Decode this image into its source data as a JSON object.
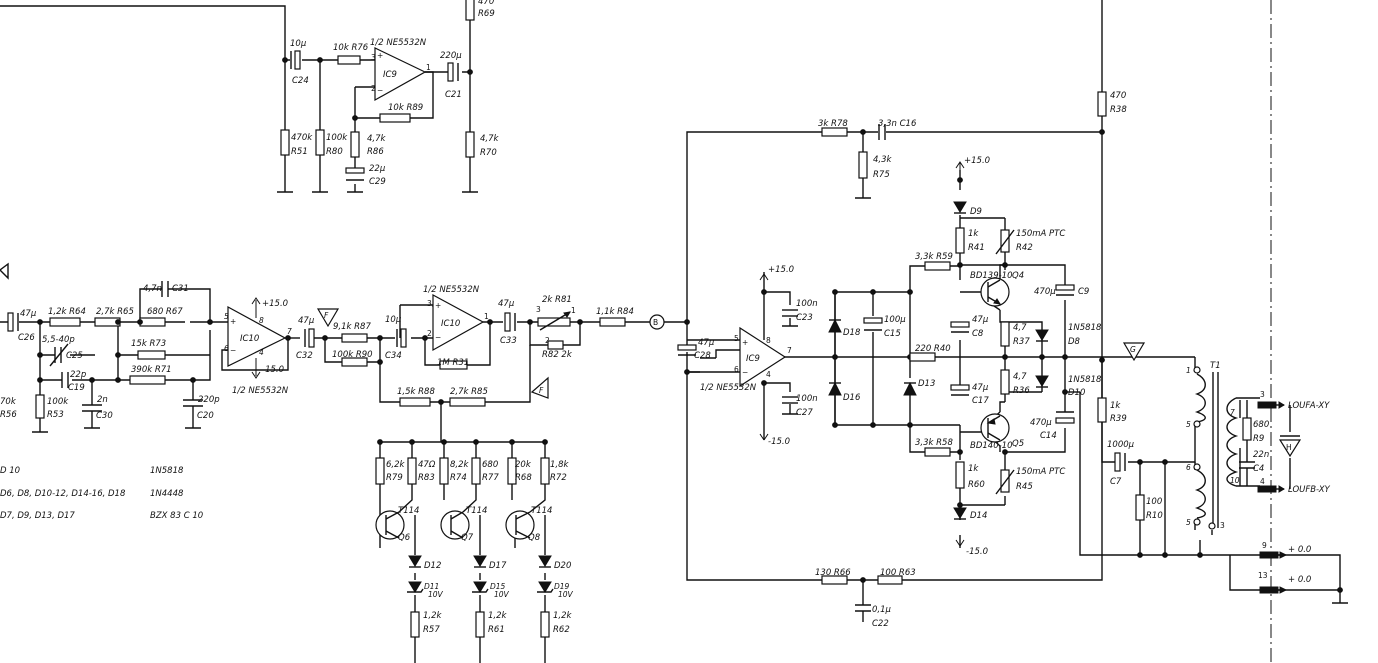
{
  "labels": {
    "r69": "R69",
    "r69v": "470",
    "c24v": "10μ",
    "c24": "C24",
    "r76": "10k R76",
    "ic9a_name": "1/2 NE5532N",
    "ic9a": "IC9",
    "c21v": "220μ",
    "c21": "C21",
    "r89": "10k R89",
    "r51v": "470k",
    "r51": "R51",
    "r80v": "100k",
    "r80": "R80",
    "r86v": "4,7k",
    "r86": "R86",
    "c29v": "22μ",
    "c29": "C29",
    "r70v": "4,7k",
    "r70": "R70",
    "c26v": "47μ",
    "c26": "C26",
    "r64": "1,2k R64",
    "r65": "2,7k R65",
    "r67": "680 R67",
    "c31v": "4,7n",
    "c31": "C31",
    "c25v": "5,5-40p",
    "c25": "C25",
    "r73": "15k R73",
    "c19v": "22p",
    "c19": "C19",
    "r71": "390k R71",
    "r53v": "100k",
    "r53": "R53",
    "r56": "R56",
    "r56v": "70k",
    "c30v": "2n",
    "c30": "C30",
    "c20v": "220p",
    "c20": "C20",
    "ic10a": "IC10",
    "ic10a_name": "1/2 NE5532N",
    "p15a": "+15.0",
    "m15a": "-15.0",
    "pin5": "5",
    "pin6": "6",
    "pin7": "7",
    "pin8": "8",
    "pin4": "4",
    "c32v": "47μ",
    "c32": "C32",
    "f_label": "F",
    "r87": "9,1k R87",
    "r90": "100k R90",
    "c34v": "10μ",
    "c34": "C34",
    "ic10b_name": "1/2 NE5532N",
    "ic10b": "IC10",
    "r31": "1M R31",
    "c33v": "47μ",
    "c33": "C33",
    "r81": "2k R81",
    "r82": "R82 2k",
    "r84": "1,1k R84",
    "b_label": "B",
    "r88": "1,5k R88",
    "r85": "2,7k R85",
    "r79v": "6,2k",
    "r79": "R79",
    "r83v": "47Ω",
    "r83": "R83",
    "r74v": "8,2k",
    "r74": "R74",
    "r77v": "680",
    "r77": "R77",
    "r68v": "20k",
    "r68": "R68",
    "r72v": "1,8k",
    "r72": "R72",
    "t114a": "T114",
    "q6": "Q6",
    "t114b": "T114",
    "q7": "Q7",
    "t114c": "T114",
    "q8": "Q8",
    "d12": "D12",
    "d17": "D17",
    "d20": "D20",
    "d11": "D11",
    "d11v": "10V",
    "d15": "D15",
    "d15v": "10V",
    "d19": "D19",
    "d19v": "10V",
    "r57v": "1,2k",
    "r57": "R57",
    "r61v": "1,2k",
    "r61": "R61",
    "r62v": "1,2k",
    "r62": "R62",
    "r78": "3k R78",
    "c16": "3,3n C16",
    "r75v": "4,3k",
    "r75": "R75",
    "r38v": "470",
    "r38": "R38",
    "p15b": "+15.0",
    "c23v": "100n",
    "c23": "C23",
    "c28v": "47μ",
    "c28": "C28",
    "ic9b": "IC9",
    "ic9b_name": "1/2 NE5532N",
    "m15b": "-15.0",
    "c27v": "100n",
    "c27": "C27",
    "d18": "D18",
    "d16": "D16",
    "c15v": "100μ",
    "c15": "C15",
    "r59": "3,3k R59",
    "r40": "220 R40",
    "d13": "D13",
    "r58": "3,3k R58",
    "c8v": "47μ",
    "c8": "C8",
    "c17v": "47μ",
    "c17": "C17",
    "p15c": "+15.0",
    "d9": "D9",
    "r41v": "1k",
    "r41": "R41",
    "r42v": "150mA PTC",
    "r42": "R42",
    "q4": "Q4",
    "bd139": "BD139-10",
    "c9v": "470μ",
    "c9": "C9",
    "r37v": "4,7",
    "r37": "R37",
    "r36v": "4,7",
    "r36": "R36",
    "d8": "D8",
    "d8v": "1N5818",
    "d10": "D10",
    "d10v": "1N5818",
    "c14v": "470μ",
    "c14": "C14",
    "q5": "Q5",
    "bd140": "BD140-10",
    "r60v": "1k",
    "r60": "R60",
    "r45v": "150mA PTC",
    "r45": "R45",
    "d14": "D14",
    "m15c": "-15.0",
    "g_label": "G",
    "r39v": "1k",
    "r39": "R39",
    "c7v": "1000μ",
    "c7": "C7",
    "r10v": "100",
    "r10": "R10",
    "t1": "T1",
    "r9v": "680",
    "r9": "R9",
    "c4v": "22n",
    "c4": "C4",
    "h_label": "H",
    "loufa": "LOUFA-XY",
    "loufb": "LOUFB-XY",
    "tp1": "1",
    "tp5a": "5",
    "tp6": "6",
    "tp5b": "5",
    "tp3": "3",
    "tp7": "7",
    "tp10": "10",
    "out3": "3",
    "out4": "4",
    "out9": "9",
    "out13": "13",
    "v00a": "+ 0.0",
    "v00b": "+ 0.0",
    "r66": "130 R66",
    "r63": "100 R63",
    "c22v": "0,1μ",
    "c22": "C22"
  },
  "parts_list": [
    {
      "refs": "D 10",
      "type": "1N5818"
    },
    {
      "refs": "D6, D8, D10-12, D14-16, D18",
      "type": "1N4448"
    },
    {
      "refs": "D7, D9, D13, D17",
      "type": "BZX 83 C 10"
    }
  ]
}
